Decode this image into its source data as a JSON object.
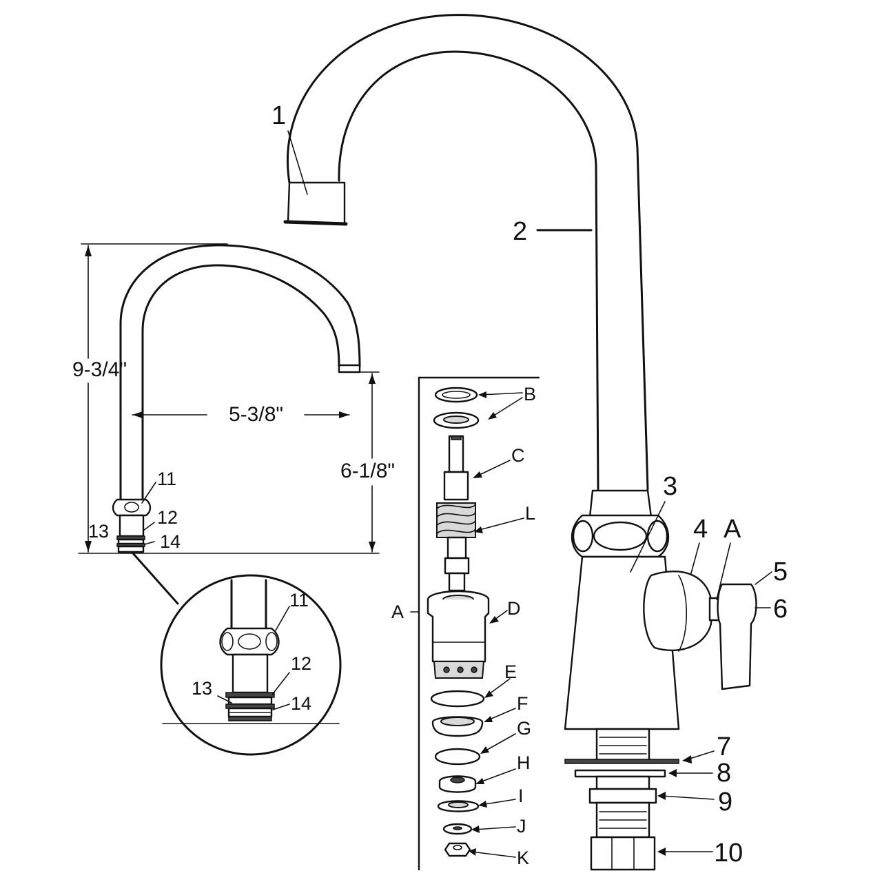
{
  "main_callouts": {
    "c1": "1",
    "c2": "2",
    "c3": "3",
    "c4": "4",
    "cA": "A",
    "c5": "5",
    "c6": "6",
    "c7": "7",
    "c8": "8",
    "c9": "9",
    "c10": "10"
  },
  "dimensions": {
    "height": "9-3/4\"",
    "reach": "5-3/8\"",
    "spout_clearance": "6-1/8\""
  },
  "small_callouts": {
    "c11": "11",
    "c12": "12",
    "c13": "13",
    "c14": "14"
  },
  "detail_callouts": {
    "c11": "11",
    "c12": "12",
    "c13": "13",
    "c14": "14"
  },
  "cartridge": {
    "group_label": "A",
    "parts": [
      "B",
      "C",
      "L",
      "D",
      "E",
      "F",
      "G",
      "H",
      "I",
      "J",
      "K"
    ]
  }
}
